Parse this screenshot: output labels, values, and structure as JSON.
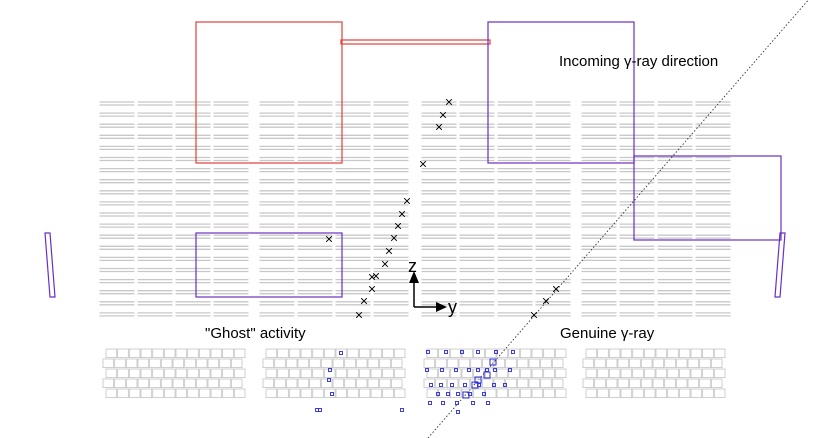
{
  "labels": {
    "incoming": "Incoming γ-ray direction",
    "ghost": "\"Ghost\" activity",
    "genuine": "Genuine γ-ray",
    "axis_z": "z",
    "axis_y": "y"
  },
  "colors": {
    "red_box": "#e0403a",
    "purple_box": "#6a2fc2",
    "tracker_line": "#c8c8c8",
    "hit_marker": "#000000",
    "calo_cell": "#c4c4c4",
    "calo_hit": "#2b2bdd",
    "direction_line": "#333333"
  }
}
